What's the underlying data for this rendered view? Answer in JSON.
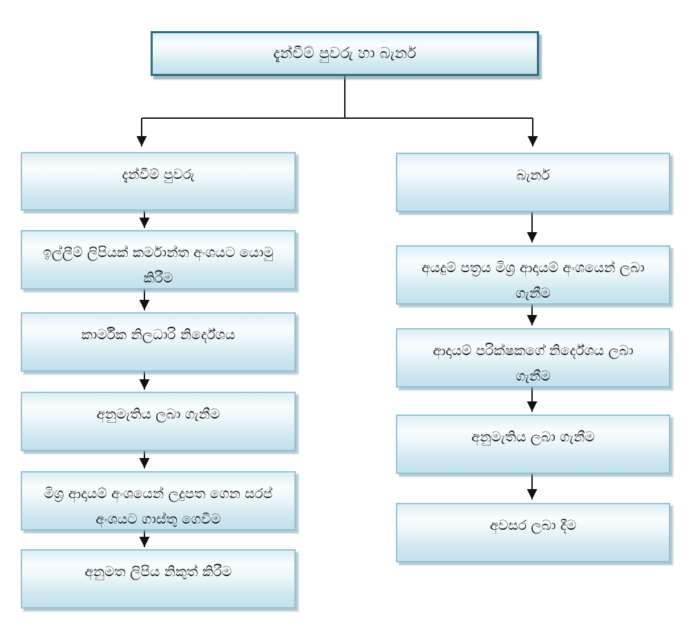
{
  "diagram": {
    "type": "flowchart",
    "language": "Sinhala",
    "title_box": {
      "label": "දැන්වීම් පුවරු හා බැනර්"
    },
    "left_branch": {
      "steps": [
        {
          "label": "දැන්වීම් පුවරු"
        },
        {
          "label": "ඉල්ලීම් ලිපියක් කර්මාන්ත අංශයට යොමු කිරීම"
        },
        {
          "label": "කාර්මික නිලධාරි නිර්දේශය"
        },
        {
          "label": "අනුමැතිය ලබා ගැනීම"
        },
        {
          "label": "මිශ්‍ර ආදායම් අංශයෙන් ලදුපත ගෙන සරප් අංශයට ගාස්තු ගෙවීම"
        },
        {
          "label": "අනුමත ලිපිය නිකුත් කිරීම"
        }
      ]
    },
    "right_branch": {
      "steps": [
        {
          "label": "බැනර්"
        },
        {
          "label": "අයදුම් පත්‍රය මිශ්‍ර ආදායම් අංශයෙන් ලබා ගැනීම"
        },
        {
          "label": "ආදායම් පරික්ෂකගේ නිර්දේශය ලබා ගැනීම"
        },
        {
          "label": "අනුමැතිය ලබා ගැනීම"
        },
        {
          "label": "අවසර ලබා දීම"
        }
      ]
    },
    "colors": {
      "title_border": "#2f6c80",
      "box_border": "#8fc3d4",
      "box_fill_top": "#ddeef5",
      "box_fill_mid": "#fafdfe",
      "box_fill_bottom": "#c3e1ec",
      "connector": "#111111",
      "shadow": "#7e9aa8"
    }
  }
}
